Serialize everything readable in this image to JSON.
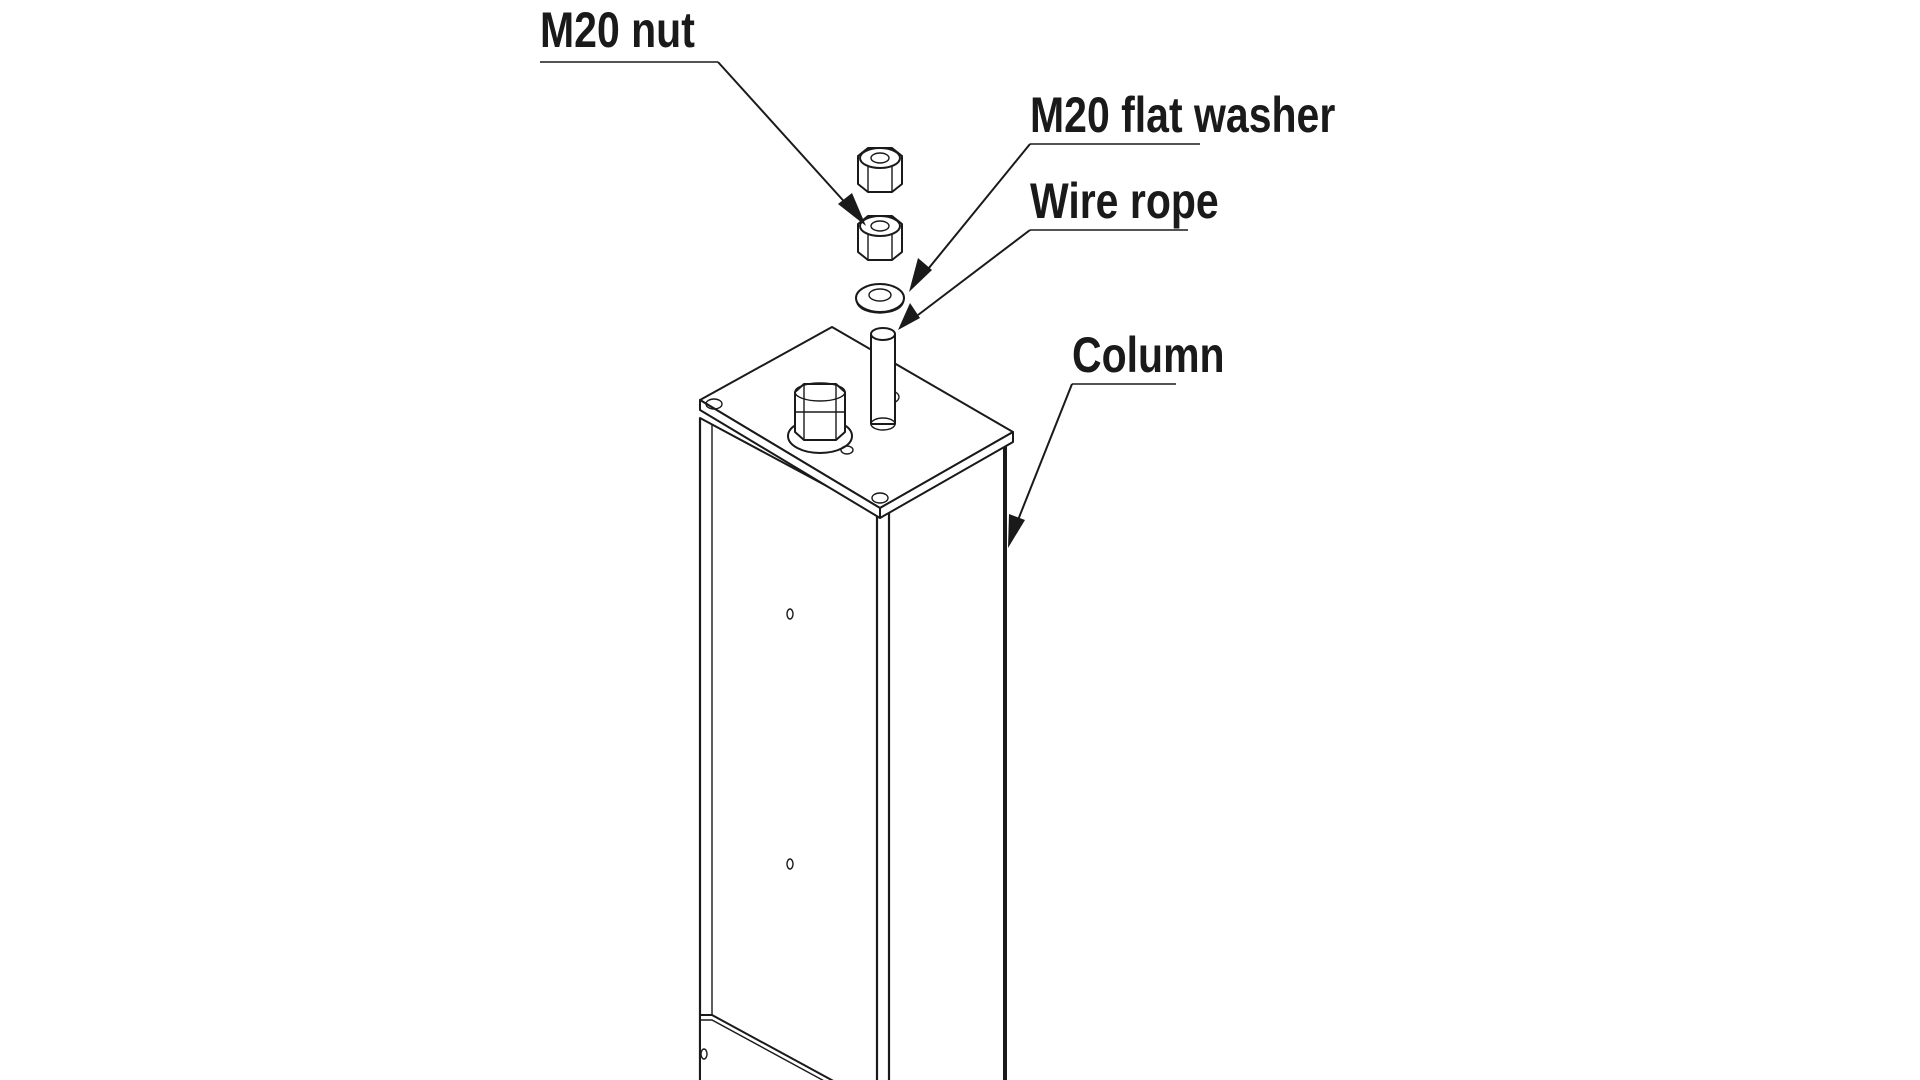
{
  "labels": {
    "m20_nut": "M20 nut",
    "m20_flat_washer": "M20 flat washer",
    "wire_rope": "Wire rope",
    "column": "Column"
  },
  "colors": {
    "line": "#1a1a1a",
    "background": "#ffffff"
  }
}
